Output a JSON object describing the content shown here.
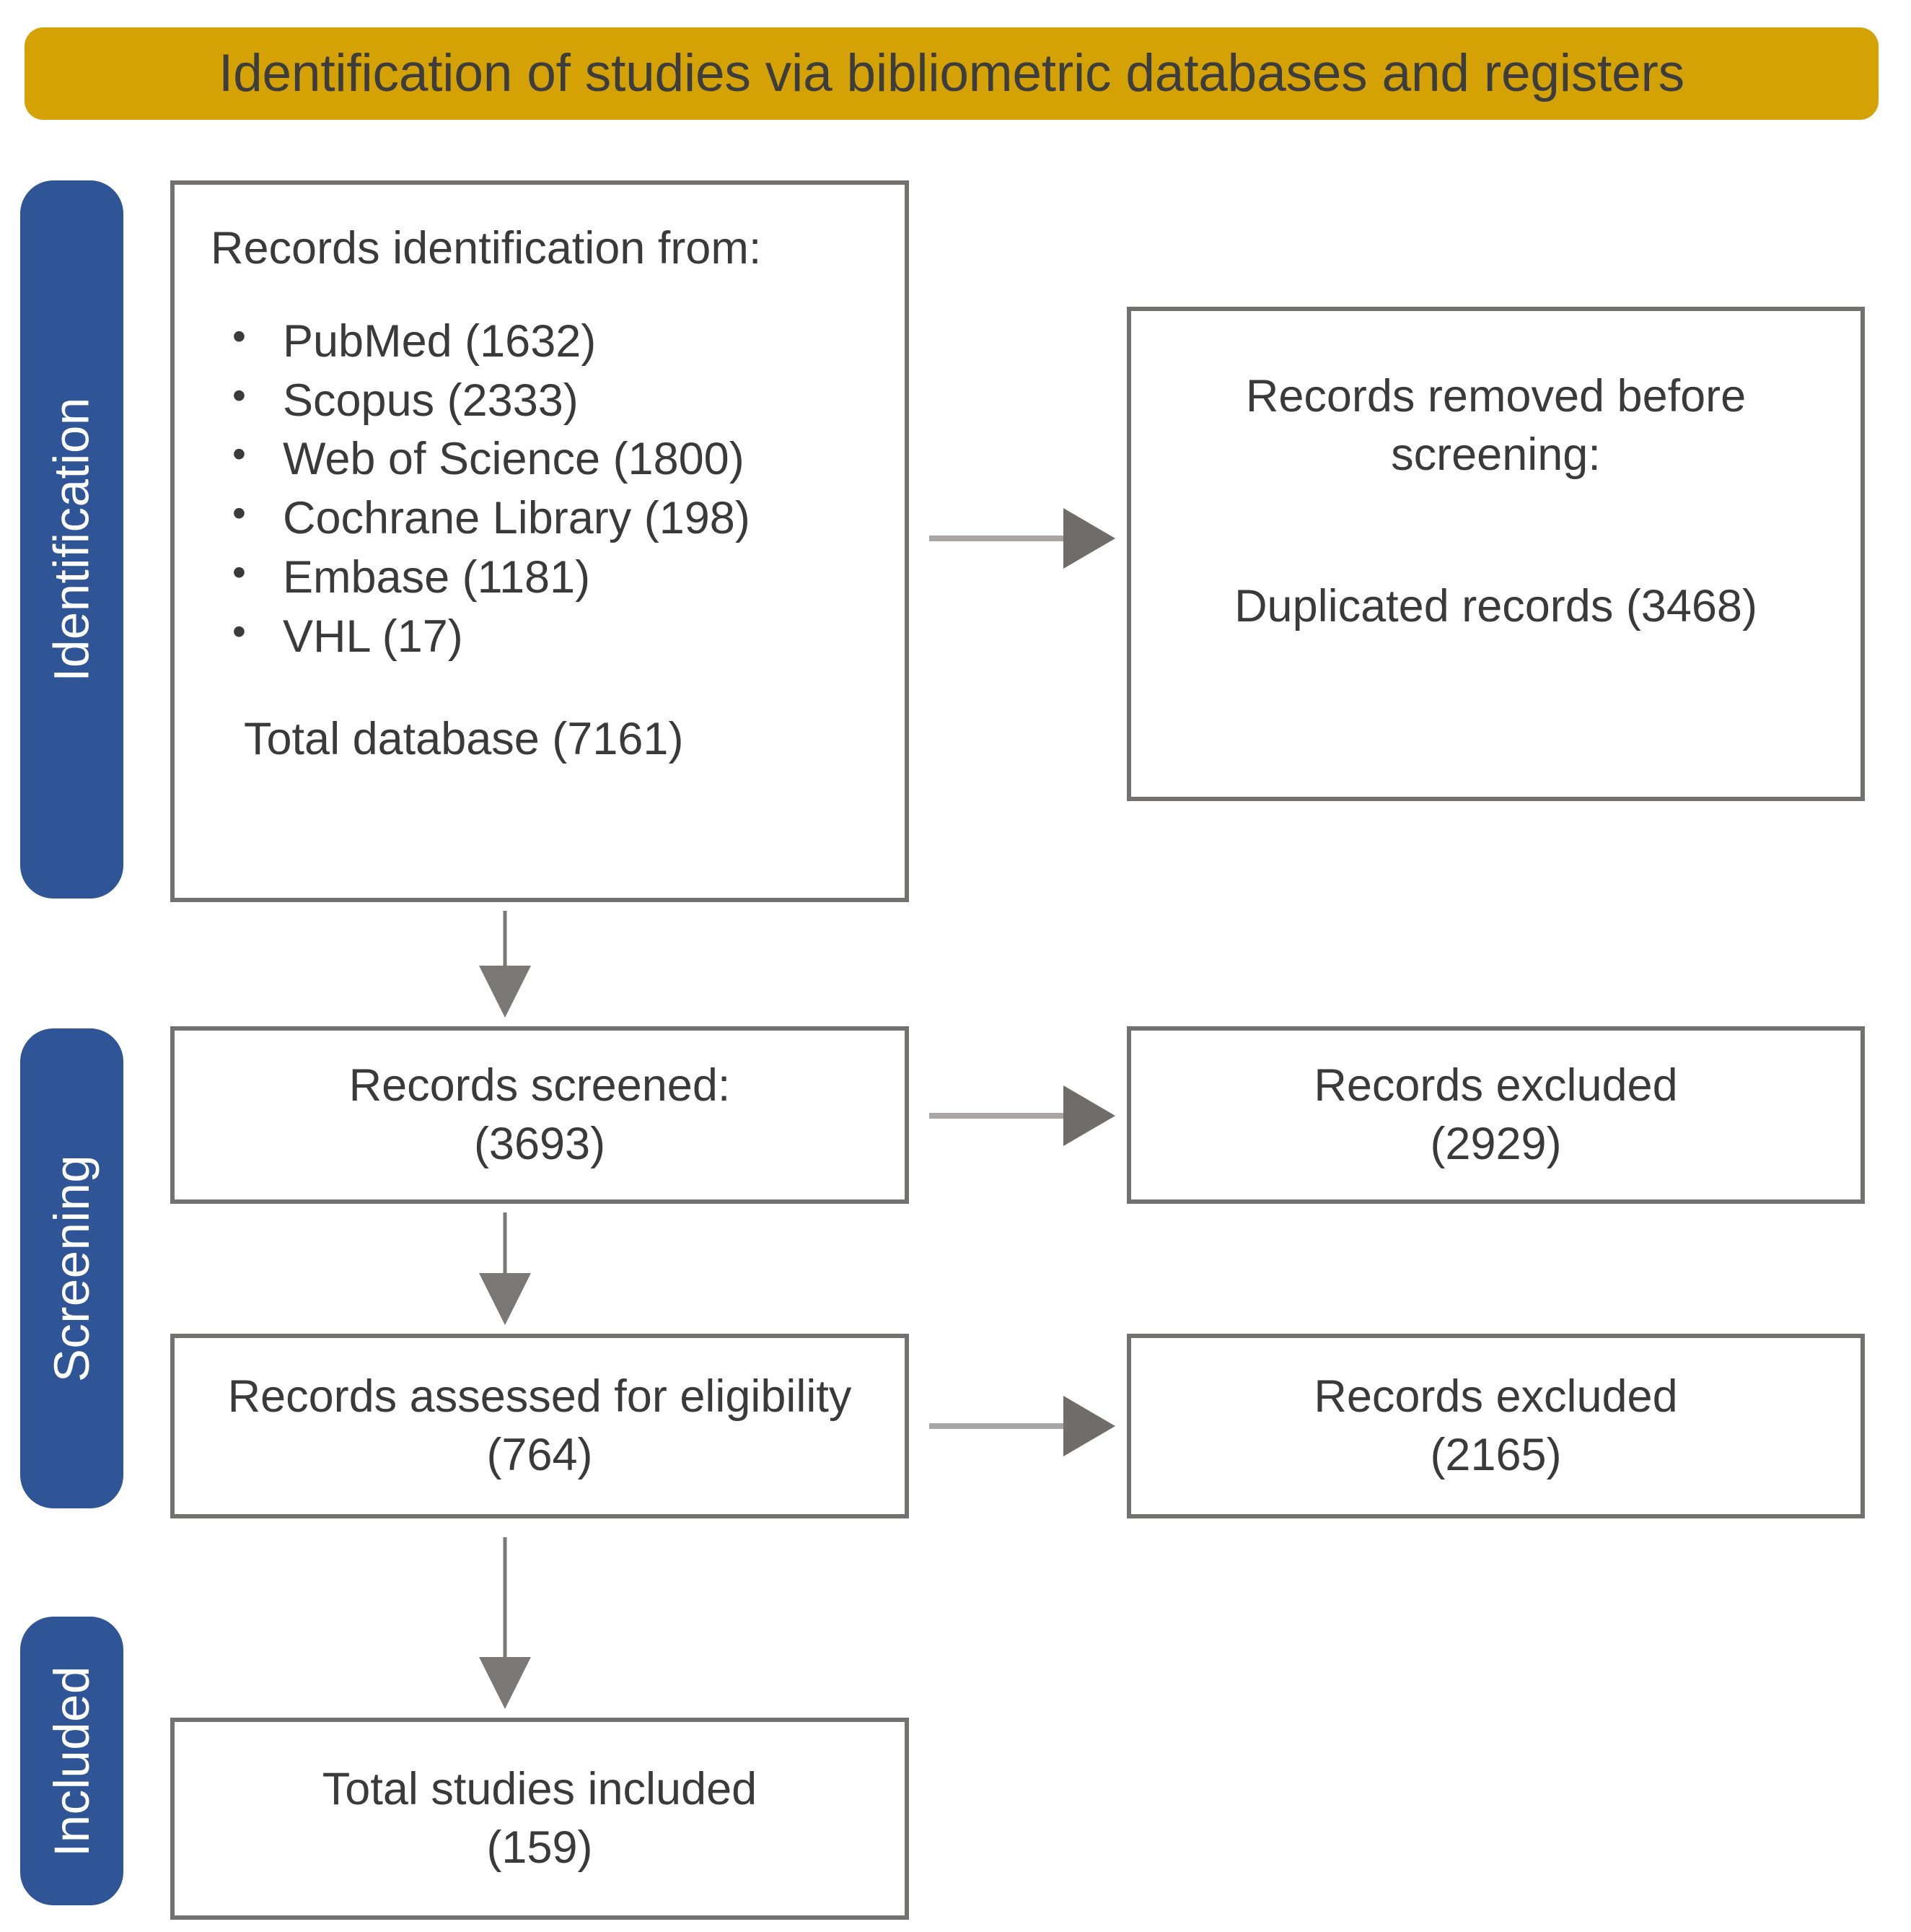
{
  "banner": {
    "title": "Identification of studies via bibliometric databases and registers",
    "color": "#D5A206"
  },
  "stages": {
    "identification": "Identification",
    "screening": "Screening",
    "included": "Included",
    "color": "#2F5596"
  },
  "identification_box": {
    "lead": "Records identification from:",
    "sources": [
      "PubMed (1632)",
      "Scopus (2333)",
      "Web of Science (1800)",
      "Cochrane Library (198)",
      "Embase (1181)",
      "VHL (17)"
    ],
    "total": "Total database (7161)"
  },
  "removed_box": {
    "title": "Records removed before screening:",
    "duplicates": "Duplicated records (3468)"
  },
  "screened_box": {
    "label": "Records screened:",
    "count": "(3693)"
  },
  "excluded_box_1": {
    "label": "Records excluded",
    "count": "(2929)"
  },
  "eligibility_box": {
    "label": "Records assessed for eligibility",
    "count": "(764)"
  },
  "excluded_box_2": {
    "label": "Records excluded",
    "count": "(2165)"
  },
  "included_box": {
    "label": "Total studies included",
    "count": "(159)"
  },
  "chart_data": {
    "type": "diagram",
    "title": "Identification of studies via bibliometric databases and registers",
    "nodes": [
      {
        "id": "sources",
        "stage": "Identification",
        "label": "Records identification from:",
        "value": 7161,
        "breakdown": [
          {
            "name": "PubMed",
            "value": 1632
          },
          {
            "name": "Scopus",
            "value": 2333
          },
          {
            "name": "Web of Science",
            "value": 1800
          },
          {
            "name": "Cochrane Library",
            "value": 198
          },
          {
            "name": "Embase",
            "value": 1181
          },
          {
            "name": "VHL",
            "value": 17
          }
        ]
      },
      {
        "id": "removed",
        "stage": "Identification",
        "label": "Records removed before screening: Duplicated records",
        "value": 3468
      },
      {
        "id": "screened",
        "stage": "Screening",
        "label": "Records screened:",
        "value": 3693
      },
      {
        "id": "excluded1",
        "stage": "Screening",
        "label": "Records excluded",
        "value": 2929
      },
      {
        "id": "eligibility",
        "stage": "Screening",
        "label": "Records assessed for eligibility",
        "value": 764
      },
      {
        "id": "excluded2",
        "stage": "Screening",
        "label": "Records excluded",
        "value": 2165
      },
      {
        "id": "included",
        "stage": "Included",
        "label": "Total studies included",
        "value": 159
      }
    ],
    "edges": [
      {
        "from": "sources",
        "to": "removed"
      },
      {
        "from": "sources",
        "to": "screened"
      },
      {
        "from": "screened",
        "to": "excluded1"
      },
      {
        "from": "screened",
        "to": "eligibility"
      },
      {
        "from": "eligibility",
        "to": "excluded2"
      },
      {
        "from": "eligibility",
        "to": "included"
      }
    ]
  }
}
